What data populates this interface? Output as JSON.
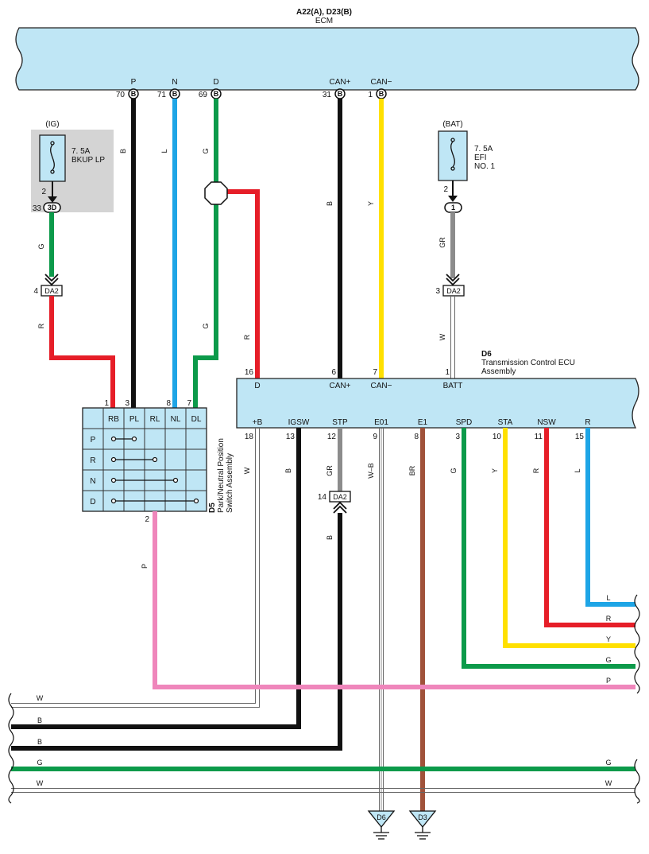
{
  "ecm": {
    "code": "A22(A), D23(B)",
    "name": "ECM",
    "pins": [
      {
        "signal": "P",
        "pin": "70",
        "conn": "B"
      },
      {
        "signal": "N",
        "pin": "71",
        "conn": "B"
      },
      {
        "signal": "D",
        "pin": "69",
        "conn": "B"
      },
      {
        "signal": "CAN+",
        "pin": "31",
        "conn": "B"
      },
      {
        "signal": "CAN−",
        "pin": "1",
        "conn": "B"
      }
    ]
  },
  "fuse_ig": {
    "supply": "(IG)",
    "rating": "7. 5A",
    "name": "BKUP LP",
    "pin": "2",
    "jpin": "33",
    "jconn": "3D"
  },
  "fuse_bat": {
    "supply": "(BAT)",
    "rating": "7. 5A",
    "name1": "EFI",
    "name2": "NO. 1",
    "pin": "2",
    "jconn": "1"
  },
  "da2_left": {
    "pin": "4",
    "name": "DA2"
  },
  "da2_right": {
    "pin": "3",
    "name": "DA2"
  },
  "da2_stp": {
    "pin": "14",
    "name": "DA2"
  },
  "wire_colors": {
    "B": "#111111",
    "L": "#1ea5e6",
    "G": "#0c9a4a",
    "Y": "#ffe000",
    "R": "#e61e28",
    "GR": "#8c8c8c",
    "W": "#ffffff",
    "P": "#ef86bb",
    "BR": "#a0523a"
  },
  "wire_labels": {
    "p_b": "B",
    "n_l": "L",
    "d_g1": "G",
    "d_g2": "G",
    "d_r": "R",
    "can_b": "B",
    "can_y": "Y",
    "ig_g": "G",
    "ig_r": "R",
    "bat_gr": "GR",
    "bat_w": "W",
    "sw_p": "P"
  },
  "tcm": {
    "code": "D6",
    "name1": "Transmission Control ECU",
    "name2": "Assembly",
    "top_pins": [
      {
        "signal": "D",
        "pin": "16"
      },
      {
        "signal": "CAN+",
        "pin": "6"
      },
      {
        "signal": "CAN−",
        "pin": "7"
      },
      {
        "signal": "BATT",
        "pin": "1"
      }
    ],
    "bottom_pins": [
      {
        "signal": "+B",
        "pin": "18",
        "wire": "W"
      },
      {
        "signal": "IGSW",
        "pin": "13",
        "wire": "B"
      },
      {
        "signal": "STP",
        "pin": "12",
        "wire": "GR"
      },
      {
        "signal": "E01",
        "pin": "9",
        "wire": "W–B"
      },
      {
        "signal": "E1",
        "pin": "8",
        "wire": "BR"
      },
      {
        "signal": "SPD",
        "pin": "3",
        "wire": "G"
      },
      {
        "signal": "STA",
        "pin": "10",
        "wire": "Y"
      },
      {
        "signal": "NSW",
        "pin": "11",
        "wire": "R"
      },
      {
        "signal": "R",
        "pin": "15",
        "wire": "L"
      }
    ]
  },
  "switch": {
    "code": "D5",
    "name1": "Park/Neutral Position",
    "name2": "Switch Assembly",
    "columns": [
      "RB",
      "PL",
      "RL",
      "NL",
      "DL"
    ],
    "column_pins": [
      "1",
      "3",
      "",
      "8",
      "7"
    ],
    "rows": [
      "P",
      "R",
      "N",
      "D"
    ],
    "bottom_pin": "2"
  },
  "stp_lower": "B",
  "bus_right": [
    "L",
    "R",
    "Y",
    "G",
    "P"
  ],
  "bus_left": [
    "W",
    "B",
    "B"
  ],
  "bus_full": [
    "G",
    "W"
  ],
  "bus_full_right": [
    "G",
    "W"
  ],
  "grounds": [
    "D6",
    "D3"
  ]
}
